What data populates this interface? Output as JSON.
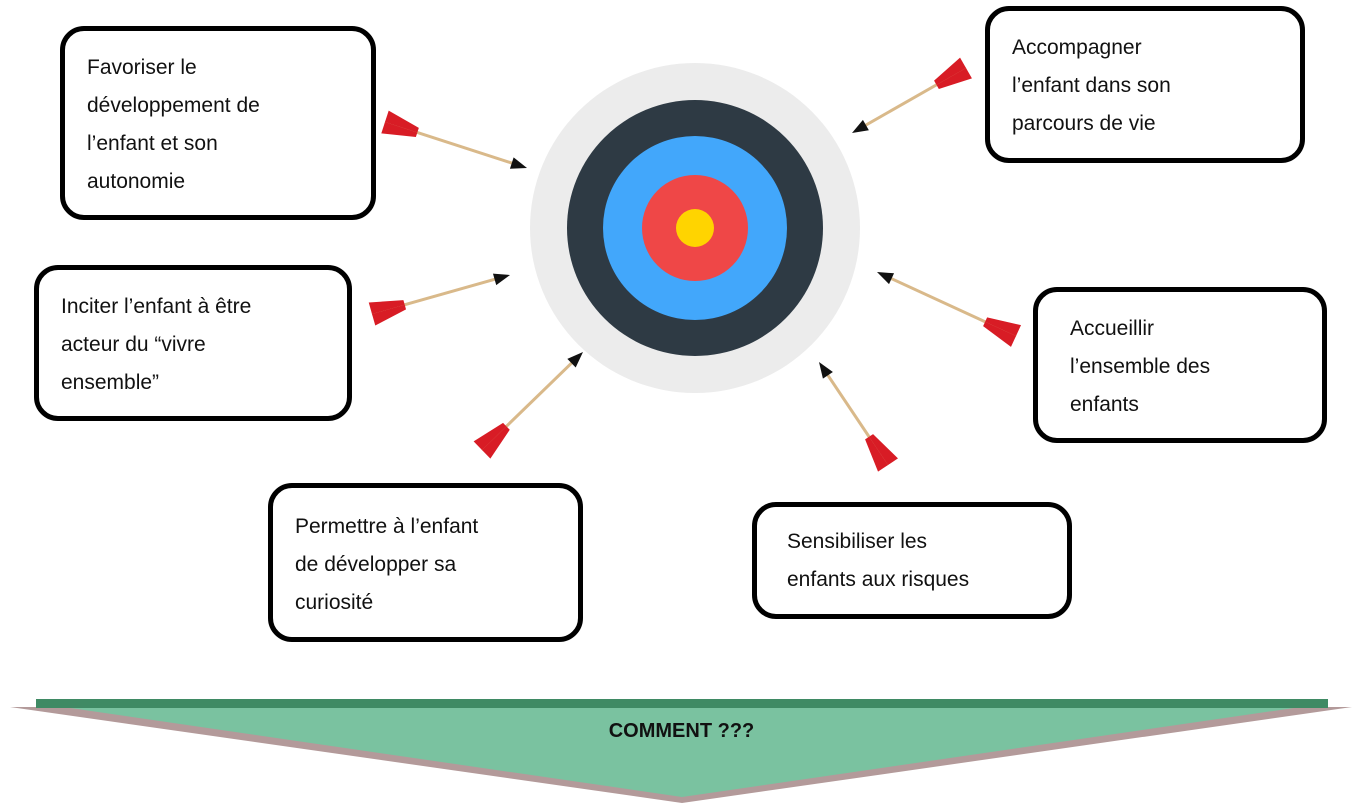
{
  "goals": [
    {
      "id": "favoriser",
      "lines": [
        "Favoriser le",
        "développement de",
        "l’enfant et son",
        "autonomie"
      ]
    },
    {
      "id": "accompagner",
      "lines": [
        "Accompagner",
        "l’enfant dans son",
        "parcours de vie"
      ]
    },
    {
      "id": "inciter",
      "lines": [
        "Inciter l’enfant à être",
        "acteur du “vivre",
        "ensemble”"
      ]
    },
    {
      "id": "accueillir",
      "lines": [
        "Accueillir",
        "l’ensemble des",
        "enfants"
      ]
    },
    {
      "id": "permettre",
      "lines": [
        "Permettre à l’enfant",
        "de développer sa",
        "curiosité"
      ]
    },
    {
      "id": "sensibiliser",
      "lines": [
        "Sensibiliser les",
        "enfants aux risques"
      ]
    }
  ],
  "banner": {
    "label": "COMMENT ???"
  },
  "colors": {
    "ring_outer": "#ececec",
    "ring_dark": "#2e3a44",
    "ring_blue": "#42a7fb",
    "ring_red": "#ef4747",
    "bullseye": "#ffd400",
    "banner_fill": "#7ac2a0",
    "banner_border": "#3f8a64",
    "banner_shadow": "#b39a9a",
    "fletching": "#d81c25",
    "shaft": "#d9b98a"
  }
}
